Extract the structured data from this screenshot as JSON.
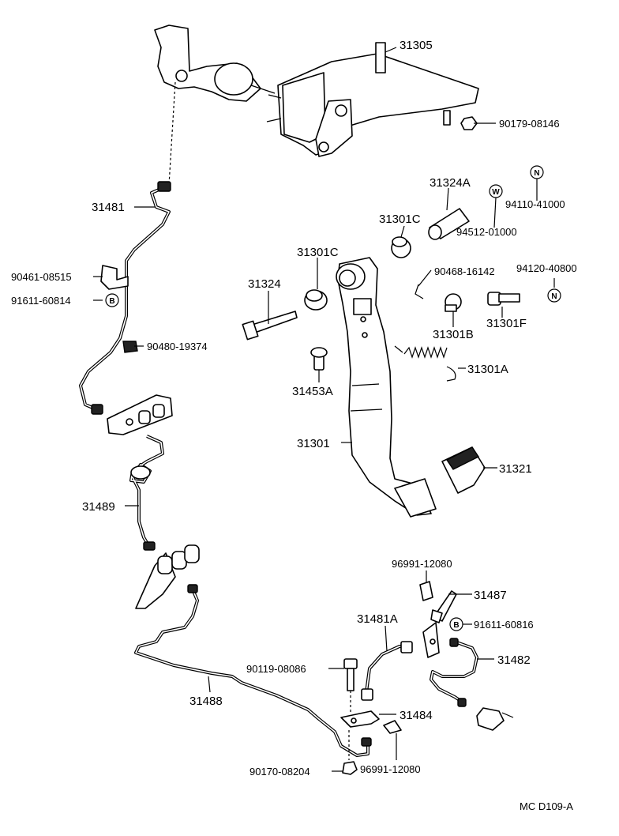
{
  "diagram_code": "MC D109-A",
  "badges": {
    "n": "N",
    "w": "W",
    "b": "B"
  },
  "parts": {
    "p31305": "31305",
    "p90179": "90179-08146",
    "p31481": "31481",
    "p31324A": "31324A",
    "p94110": "94110-41000",
    "p31301C_a": "31301C",
    "p94512": "94512-01000",
    "p90461": "90461-08515",
    "p31301C_b": "31301C",
    "p90468": "90468-16142",
    "p94120": "94120-40800",
    "p91611_60814": "91611-60814",
    "p31324": "31324",
    "p31301B": "31301B",
    "p31301F": "31301F",
    "p90480": "90480-19374",
    "p31301A": "31301A",
    "p31453A": "31453A",
    "p31301": "31301",
    "p31321": "31321",
    "p31489": "31489",
    "p96991_top": "96991-12080",
    "p31487": "31487",
    "p31481A": "31481A",
    "p91611_60816": "91611-60816",
    "p31482": "31482",
    "p90119": "90119-08086",
    "p31488": "31488",
    "p31484": "31484",
    "p90170": "90170-08204",
    "p96991_bot": "96991-12080"
  }
}
